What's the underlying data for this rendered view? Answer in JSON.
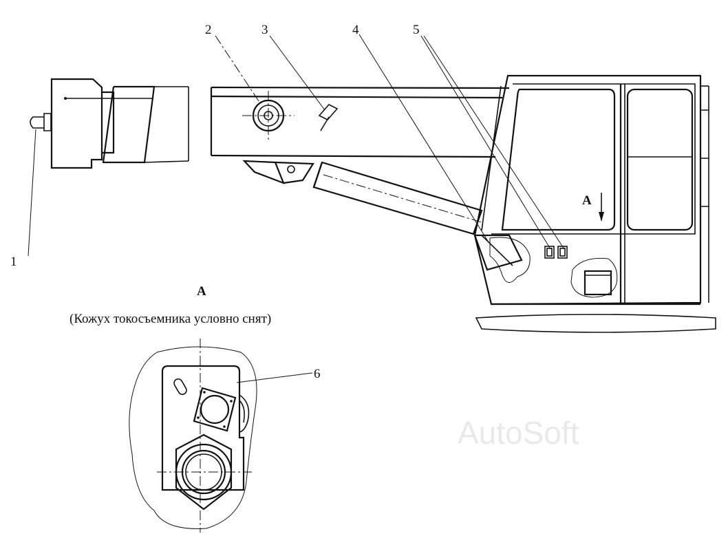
{
  "figure": {
    "callouts": [
      "1",
      "2",
      "3",
      "4",
      "5",
      "6"
    ],
    "view_label": "A",
    "view_arrow_label": "A",
    "caption": "(Кожух токосъемника условно снят)",
    "watermark": "AutoSoft"
  }
}
